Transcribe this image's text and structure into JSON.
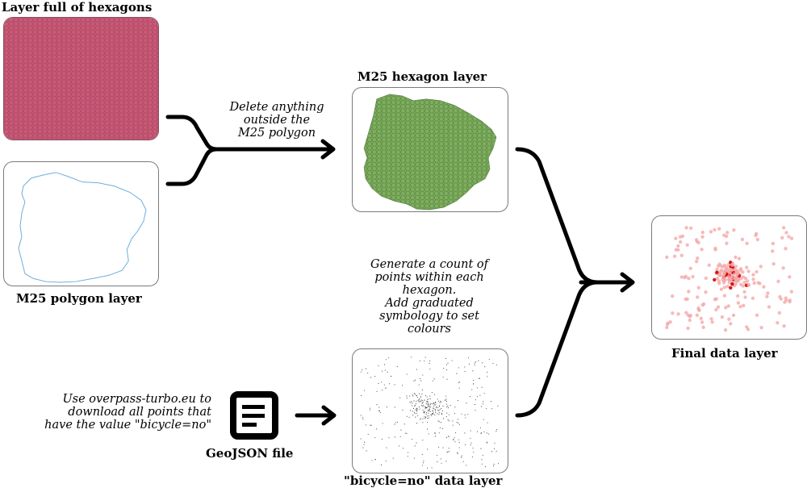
{
  "labels": {
    "hex_full": "Layer full of hexagons",
    "m25_polygon": "M25 polygon layer",
    "m25_hexagon": "M25 hexagon layer",
    "final": "Final data layer",
    "geojson": "GeoJSON file",
    "bicycle": "\"bicycle=no\" data layer"
  },
  "notes": {
    "delete": [
      "Delete anything",
      "outside the",
      "M25 polygon"
    ],
    "generate": [
      "Generate a count of",
      "points within each",
      "hexagon.",
      "Add graduated",
      "symbology to set",
      "colours"
    ],
    "overpass": [
      "Use overpass-turbo.eu to",
      "download all points that",
      "have the value \"bicycle=no\""
    ]
  },
  "colors": {
    "hex_fill": "#c95a77",
    "green_fill": "#7fae5f",
    "outline_blue": "#6aaedc",
    "heat_light": "#f4a9a9",
    "heat_dark": "#d40000"
  },
  "icons": {
    "file": "document-lines-icon"
  }
}
